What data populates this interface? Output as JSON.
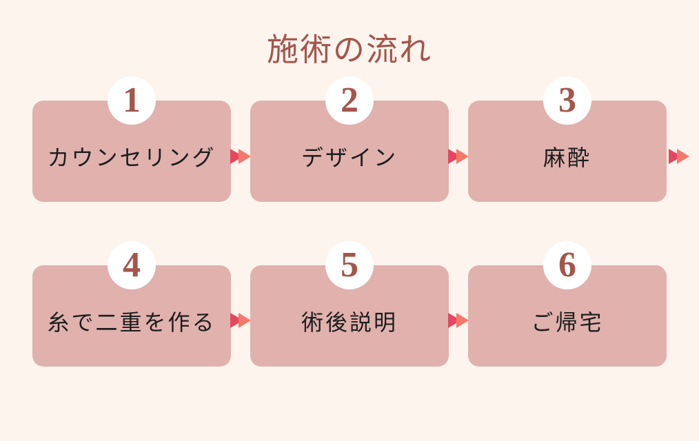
{
  "title": "施術の流れ",
  "steps": [
    {
      "number": "1",
      "label": "カウンセリング"
    },
    {
      "number": "2",
      "label": "デザイン"
    },
    {
      "number": "3",
      "label": "麻酔"
    },
    {
      "number": "4",
      "label": "糸で二重を作る"
    },
    {
      "number": "5",
      "label": "術後説明"
    },
    {
      "number": "6",
      "label": "ご帰宅"
    }
  ],
  "icons": {
    "arrow": "double-right-triangle-arrow"
  },
  "colors": {
    "background": "#fdf4ee",
    "card": "#e0b1ad",
    "title_text": "#a3564b",
    "number_text": "#a3564b",
    "label_text": "#1d1d1d",
    "circle": "#ffffff",
    "arrow_back": "#e54760",
    "arrow_front": "#f07a6a"
  }
}
